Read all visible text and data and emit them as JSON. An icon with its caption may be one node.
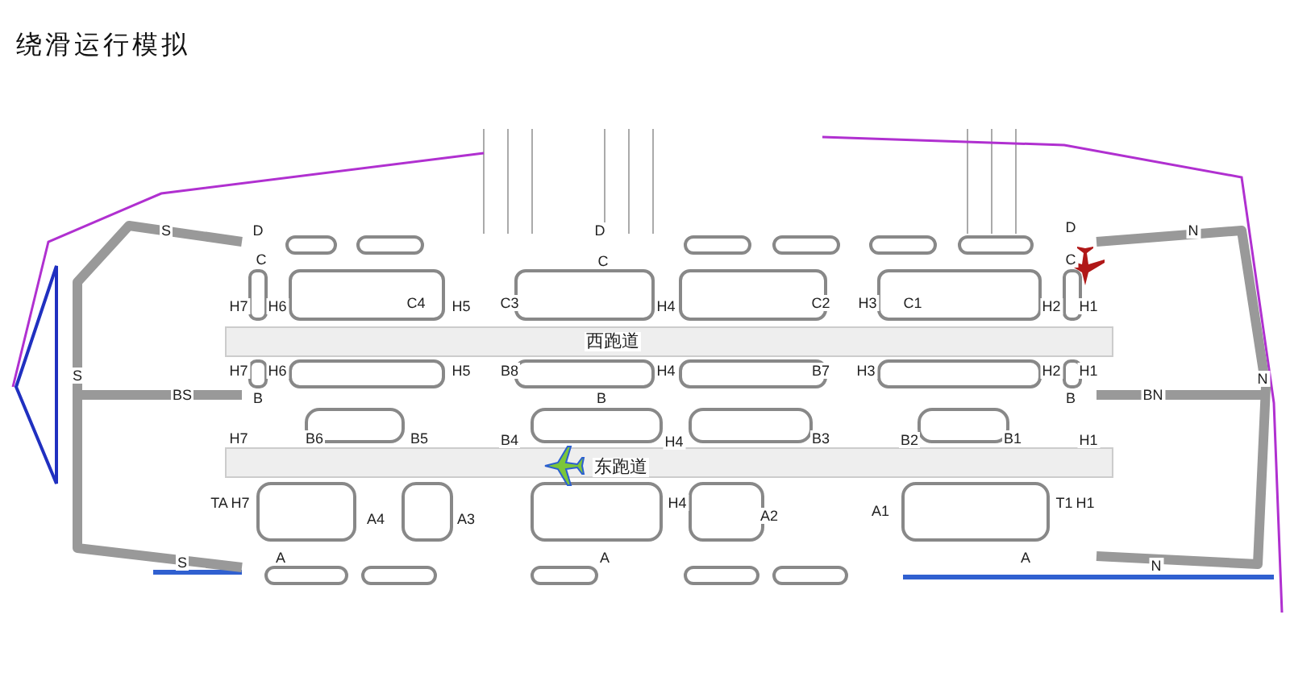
{
  "diagram": {
    "title": "绕滑运行模拟",
    "labels": [
      "S",
      "D",
      "D",
      "D",
      "N",
      "C",
      "C",
      "C",
      "H7",
      "H6",
      "C4",
      "H5",
      "C3",
      "H4",
      "C2",
      "H3",
      "C1",
      "H2",
      "H1",
      "西跑道",
      "H7",
      "H6",
      "H5",
      "B8",
      "H4",
      "B7",
      "H3",
      "H2",
      "H1",
      "S",
      "N",
      "BS",
      "B",
      "B",
      "B",
      "BN",
      "H7",
      "B6",
      "B5",
      "B4",
      "H4",
      "B3",
      "B2",
      "B1",
      "H1",
      "东跑道",
      "TA",
      "H7",
      "H4",
      "T1",
      "H1",
      "A4",
      "A3",
      "A2",
      "A1",
      "S",
      "A",
      "A",
      "A",
      "N"
    ]
  }
}
